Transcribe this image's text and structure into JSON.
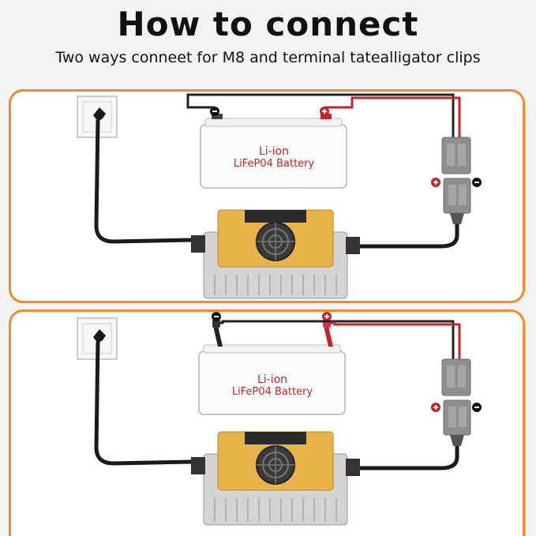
{
  "header": {
    "title": "How to connect",
    "subtitle": "Two ways conneet for M8 and terminal tatealligator clips"
  },
  "panels": [
    {
      "battery": {
        "line1": "Li-ion",
        "line2": "LiFeP04 Battery"
      },
      "connection": "M8 terminal"
    },
    {
      "battery": {
        "line1": "Li-ion",
        "line2": "LiFeP04 Battery"
      },
      "connection": "alligator clips"
    }
  ],
  "symbols": {
    "positive": "+",
    "negative": "−"
  },
  "colors": {
    "panel_border": "#f08a2a",
    "positive_wire": "#c0272d",
    "negative_wire": "#222222",
    "charger_top": "#e8b44a",
    "connector": "#8c8c8c",
    "battery_text": "#c0272d"
  }
}
